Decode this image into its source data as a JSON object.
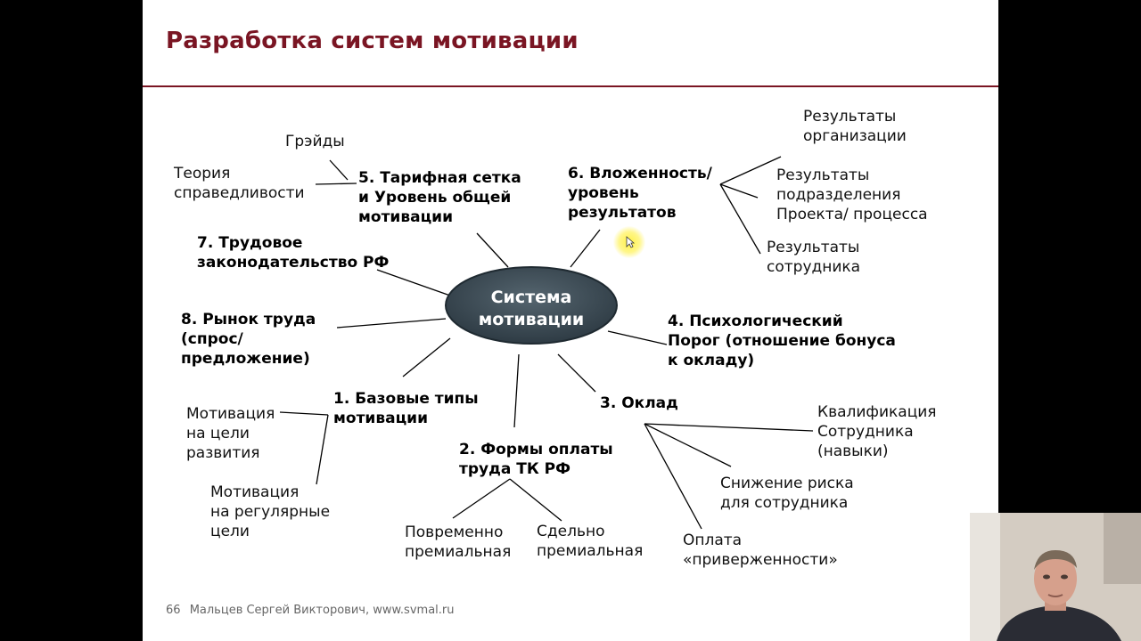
{
  "slide": {
    "title": "Разработка систем мотивации",
    "center": [
      "Система",
      "мотивации"
    ],
    "nodes": {
      "n5": [
        "5. Тарифная сетка",
        "и Уровень общей",
        "мотивации"
      ],
      "n6": [
        "6. Вложенность/",
        "уровень",
        "результатов"
      ],
      "n7": [
        "7. Трудовое",
        "законодательство РФ"
      ],
      "n8": [
        "8. Рынок труда",
        "(спрос/",
        "предложение)"
      ],
      "n4": [
        "4. Психологический",
        "Порог (отношение бонуса",
        "к окладу)"
      ],
      "n1": [
        "1. Базовые типы",
        "мотивации"
      ],
      "n3": [
        "3. Оклад"
      ],
      "n2": [
        "2. Формы оплаты",
        "труда ТК РФ"
      ]
    },
    "leaves": {
      "greydy": [
        "Грэйды"
      ],
      "theory": [
        "Теория",
        "справедливости"
      ],
      "res_org": [
        "Результаты",
        "организации"
      ],
      "res_div": [
        "Результаты",
        "подразделения",
        "Проекта/ процесса"
      ],
      "res_emp": [
        "Результаты",
        "сотрудника"
      ],
      "mot_dev": [
        "Мотивация",
        "на цели",
        "развития"
      ],
      "mot_reg": [
        "Мотивация",
        "на регулярные",
        "цели"
      ],
      "qual": [
        "Квалификация",
        "Сотрудника",
        "(навыки)"
      ],
      "risk": [
        "Снижение риска",
        "для сотрудника"
      ],
      "loyal": [
        "Оплата",
        "«приверженности»"
      ],
      "time": [
        "Повременно",
        "премиальная"
      ],
      "piece": [
        "Сдельно",
        "премиальная"
      ]
    },
    "footer": {
      "page": "66",
      "author": "Мальцев Сергей Викторович, www.svmal.ru"
    }
  },
  "colors": {
    "title": "#7a1523",
    "ellipse": "#3b4a55",
    "line": "#000000"
  },
  "webcam": {
    "alt": "presenter-video"
  }
}
